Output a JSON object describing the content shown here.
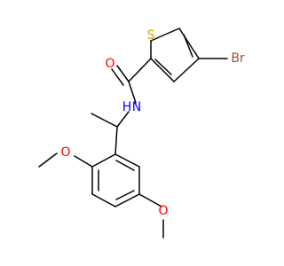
{
  "molecule": {
    "atoms": {
      "sulfur": {
        "label": "S",
        "color": "#c8a800"
      },
      "bromine": {
        "label": "Br",
        "color": "#a0522d"
      },
      "carbonyl_oxygen": {
        "label": "O",
        "color": "#ff0000"
      },
      "amide_nitrogen": {
        "label": "N",
        "color": "#0000ff"
      },
      "amide_hydrogen": {
        "label": "H",
        "color": "#0000ff"
      },
      "methoxy_oxygen_1": {
        "label": "O",
        "color": "#ff0000"
      },
      "methoxy_oxygen_2": {
        "label": "O",
        "color": "#ff0000"
      }
    }
  }
}
